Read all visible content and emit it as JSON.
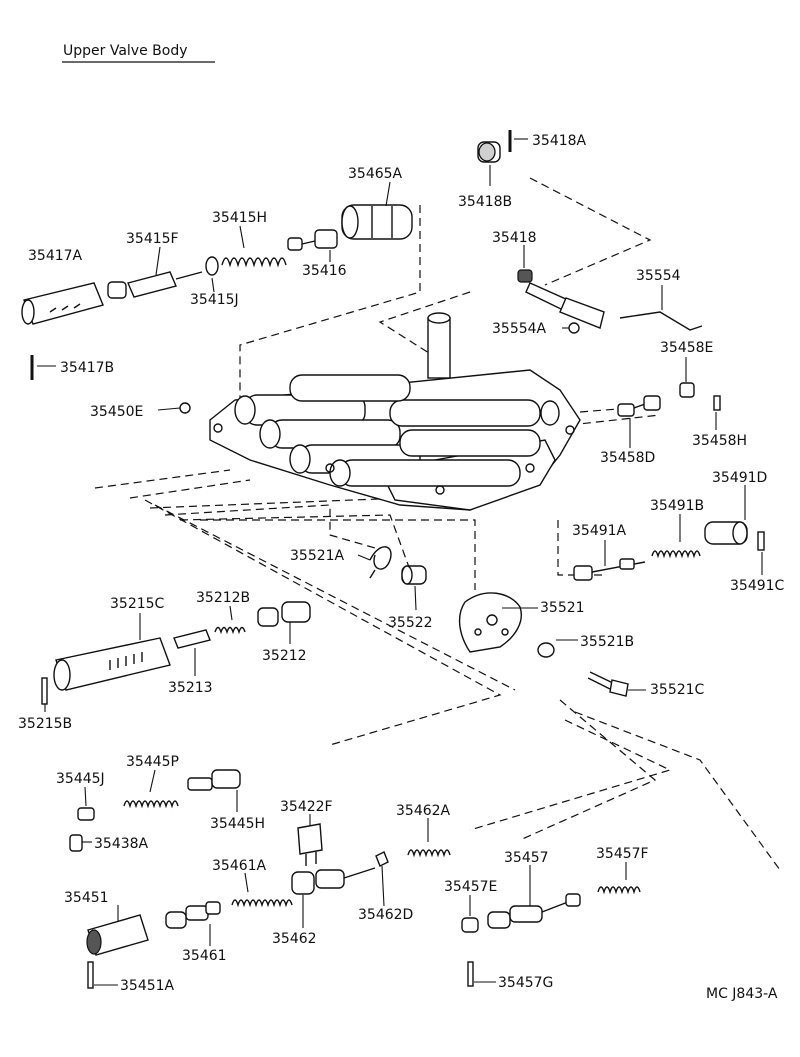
{
  "diagram": {
    "title": "Upper Valve Body",
    "code": "MC  J843-A",
    "parts": [
      {
        "id": "35417A",
        "label": "35417A"
      },
      {
        "id": "35417B",
        "label": "35417B"
      },
      {
        "id": "35415F",
        "label": "35415F"
      },
      {
        "id": "35415H",
        "label": "35415H"
      },
      {
        "id": "35415J",
        "label": "35415J"
      },
      {
        "id": "35465A",
        "label": "35465A"
      },
      {
        "id": "35416",
        "label": "35416"
      },
      {
        "id": "35418A",
        "label": "35418A"
      },
      {
        "id": "35418B",
        "label": "35418B"
      },
      {
        "id": "35418",
        "label": "35418"
      },
      {
        "id": "35554",
        "label": "35554"
      },
      {
        "id": "35554A",
        "label": "35554A"
      },
      {
        "id": "35458E",
        "label": "35458E"
      },
      {
        "id": "35458H",
        "label": "35458H"
      },
      {
        "id": "35458D",
        "label": "35458D"
      },
      {
        "id": "35450E",
        "label": "35450E"
      },
      {
        "id": "35491D",
        "label": "35491D"
      },
      {
        "id": "35491B",
        "label": "35491B"
      },
      {
        "id": "35491A",
        "label": "35491A"
      },
      {
        "id": "35491C",
        "label": "35491C"
      },
      {
        "id": "35521A",
        "label": "35521A"
      },
      {
        "id": "35522",
        "label": "35522"
      },
      {
        "id": "35521",
        "label": "35521"
      },
      {
        "id": "35521B",
        "label": "35521B"
      },
      {
        "id": "35521C",
        "label": "35521C"
      },
      {
        "id": "35215C",
        "label": "35215C"
      },
      {
        "id": "35212B",
        "label": "35212B"
      },
      {
        "id": "35212",
        "label": "35212"
      },
      {
        "id": "35213",
        "label": "35213"
      },
      {
        "id": "35215B",
        "label": "35215B"
      },
      {
        "id": "35445J",
        "label": "35445J"
      },
      {
        "id": "35445P",
        "label": "35445P"
      },
      {
        "id": "35445H",
        "label": "35445H"
      },
      {
        "id": "35438A",
        "label": "35438A"
      },
      {
        "id": "35422F",
        "label": "35422F"
      },
      {
        "id": "35462A",
        "label": "35462A"
      },
      {
        "id": "35461A",
        "label": "35461A"
      },
      {
        "id": "35457",
        "label": "35457"
      },
      {
        "id": "35457F",
        "label": "35457F"
      },
      {
        "id": "35457E",
        "label": "35457E"
      },
      {
        "id": "35462D",
        "label": "35462D"
      },
      {
        "id": "35451",
        "label": "35451"
      },
      {
        "id": "35461",
        "label": "35461"
      },
      {
        "id": "35462",
        "label": "35462"
      },
      {
        "id": "35451A",
        "label": "35451A"
      },
      {
        "id": "35457G",
        "label": "35457G"
      }
    ]
  }
}
